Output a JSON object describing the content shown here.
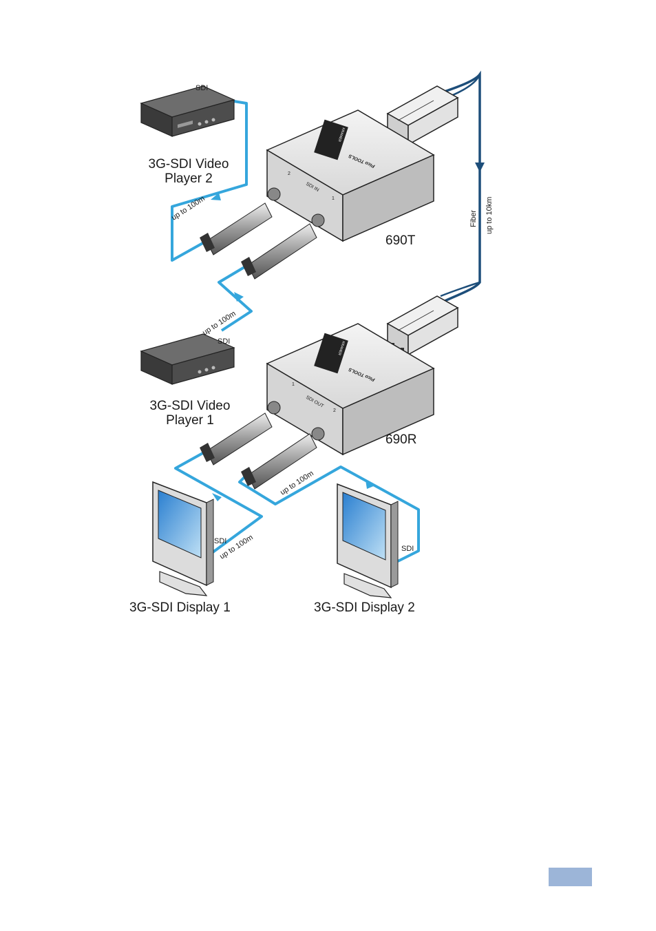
{
  "devices": {
    "player2": "3G-SDI Video\nPlayer 2",
    "player1": "3G-SDI Video\nPlayer 1",
    "display1": "3G-SDI Display 1",
    "display2": "3G-SDI Display 2",
    "transmitter": "690T",
    "receiver": "690R"
  },
  "unit_markings": {
    "brand_text": "Pico TOOLS",
    "logo_text": "KRAMER",
    "tx_port_group": "SDI IN",
    "rx_port_group": "SDI OUT",
    "port_1": "1",
    "port_2": "2"
  },
  "cable_labels": {
    "sdi": "SDI",
    "copper_distance": "up to 100m",
    "fiber": "Fiber",
    "fiber_distance": "up to 10km"
  },
  "colors": {
    "sdi_cable": "#35a6dc",
    "fiber_cable": "#1d4e7a",
    "page_box": "#9cb5d8"
  }
}
